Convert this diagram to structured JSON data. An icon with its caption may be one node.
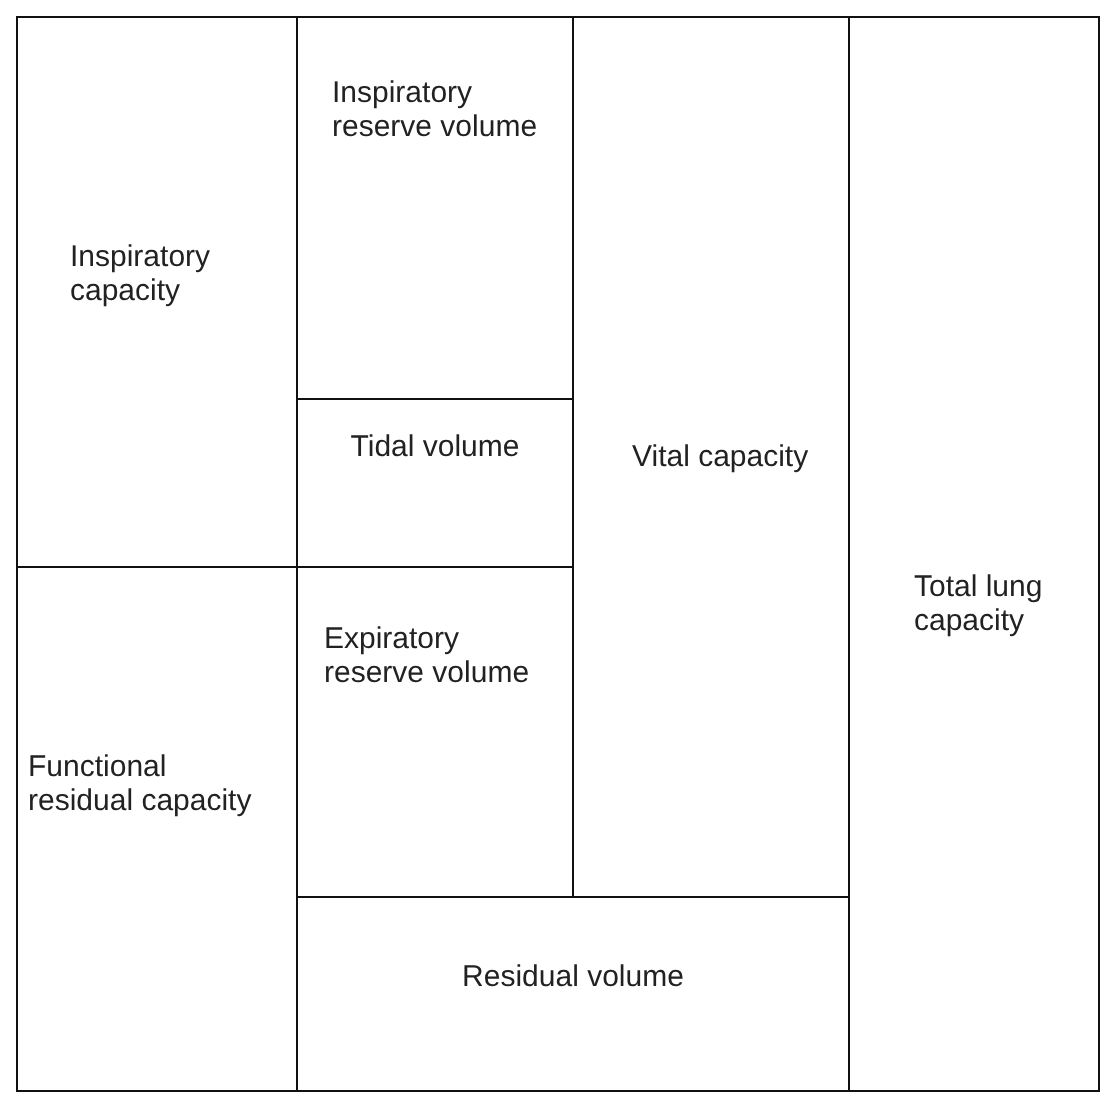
{
  "diagram": {
    "nodes": [
      {
        "text": [
          "Inspiratory capacity"
        ]
      },
      {
        "text": [
          "Inspiratory reserve volume"
        ]
      },
      {
        "text": [
          "Vital capacity"
        ]
      },
      {
        "text": [
          "Total lung capacity"
        ]
      },
      {
        "text": [
          "Tidal volume"
        ]
      },
      {
        "text": [
          "Expiratory reserve volume"
        ]
      },
      {
        "text": [
          "Functional residual capacity"
        ]
      },
      {
        "text": [
          "Residual volume"
        ]
      }
    ]
  }
}
